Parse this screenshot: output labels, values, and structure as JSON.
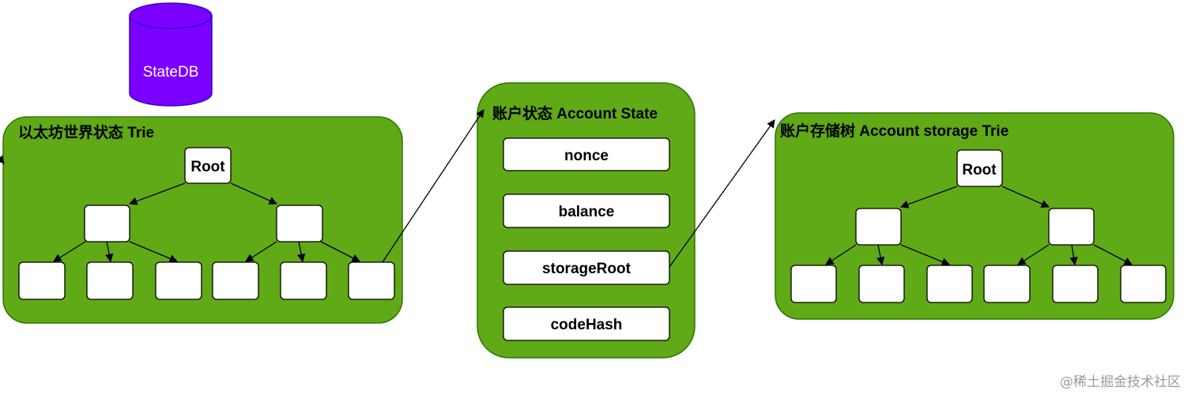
{
  "database": {
    "label": "StateDB",
    "color": "#7a00ff"
  },
  "world_state": {
    "title": "以太坊世界状态 Trie",
    "root_label": "Root"
  },
  "account_state": {
    "title": "账户状态 Account State",
    "fields": [
      "nonce",
      "balance",
      "storageRoot",
      "codeHash"
    ]
  },
  "storage_trie": {
    "title": "账户存储树 Account storage Trie",
    "root_label": "Root"
  },
  "watermark": "@稀土掘金技术社区",
  "colors": {
    "panel_fill": "#60a917",
    "panel_stroke": "#2d7600",
    "node_fill": "#ffffff",
    "edge": "#000000"
  }
}
